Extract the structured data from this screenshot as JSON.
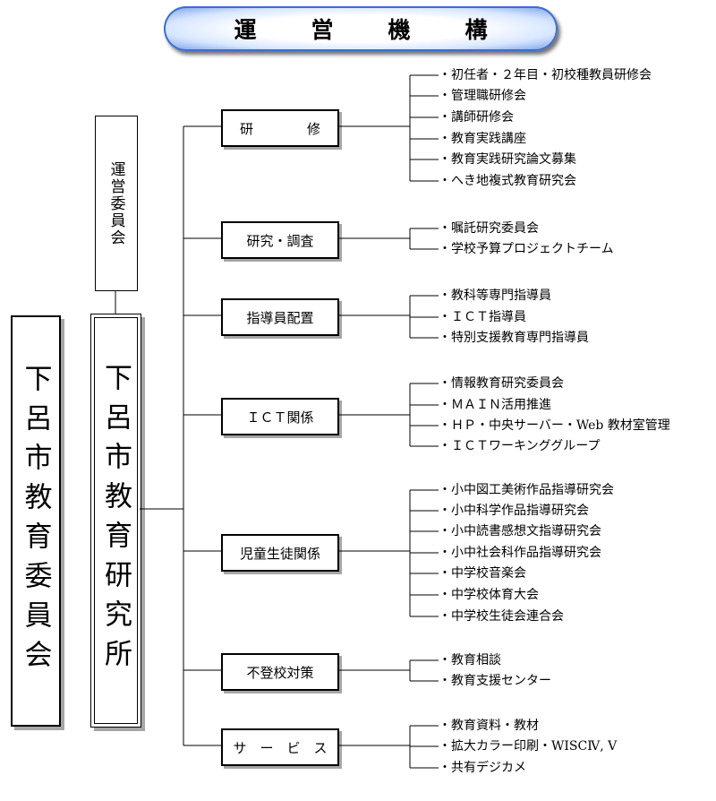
{
  "title": "運　営　機　構",
  "committee": "運営委員会",
  "board": "下呂市教育委員会",
  "institute": "下呂市教育研究所",
  "bullet": "・",
  "categories": [
    {
      "label": "研　　　　修",
      "items": [
        "初任者・２年目・初校種教員研修会",
        "管理職研修会",
        "講師研修会",
        "教育実践講座",
        "教育実践研究論文募集",
        "へき地複式教育研究会"
      ]
    },
    {
      "label": "研究・調査",
      "items": [
        "嘱託研究委員会",
        "学校予算プロジェクトチーム"
      ]
    },
    {
      "label": "指導員配置",
      "items": [
        "教科等専門指導員",
        "ＩＣＴ指導員",
        "特別支援教育専門指導員"
      ]
    },
    {
      "label": "ＩＣＴ関係",
      "items": [
        "情報教育研究委員会",
        "ＭＡＩＮ活用推進",
        "ＨＰ・中央サーバー・Web 教材室管理",
        "ＩＣＴワーキンググループ"
      ]
    },
    {
      "label": "児童生徒関係",
      "items": [
        "小中図工美術作品指導研究会",
        "小中科学作品指導研究会",
        "小中読書感想文指導研究会",
        "小中社会科作品指導研究会",
        "中学校音楽会",
        "中学校体育大会",
        "中学校生徒会連合会"
      ]
    },
    {
      "label": "不登校対策",
      "items": [
        "教育相談",
        "教育支援センター"
      ]
    },
    {
      "label": "サ　ー　ビ　ス",
      "items": [
        "教育資料・教材",
        "拡大カラー印刷・WISCⅣ, Ⅴ",
        "共有デジカメ"
      ]
    }
  ]
}
